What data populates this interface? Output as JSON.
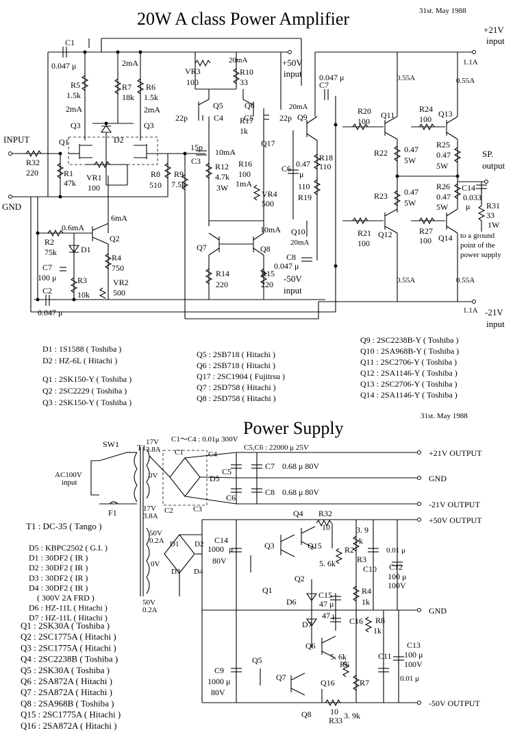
{
  "amp": {
    "title": "20W A class Power Amplifier",
    "date": "31st. May 1988",
    "rails": {
      "pos21": "+21V",
      "pos21_sub": "input",
      "pos50": "+50V",
      "pos50_sub": "input",
      "neg50": "-50V",
      "neg50_sub": "input",
      "neg21": "-21V",
      "neg21_sub": "input"
    },
    "io": {
      "input": "INPUT",
      "gnd": "GND",
      "sp": "SP.",
      "sp_sub": "output",
      "r31_note1": "to a ground",
      "r31_note2": "point of the",
      "r31_note3": "power supply"
    },
    "currents": {
      "a11_top": "1.1A",
      "a11_bot": "1.1A",
      "a055_1": "0.55A",
      "a055_2": "0.55A",
      "a055_3": "0.55A",
      "a055_4": "0.55A",
      "ma2_1": "2mA",
      "ma2_2": "2mA",
      "ma2_3": "2mA",
      "ma20_1": "20mA",
      "ma20_2": "20mA",
      "ma20_3": "20mA",
      "ma10_1": "10mA",
      "ma10_2": "10mA",
      "ma1": "1mA",
      "ma6": "6mA",
      "ma06": "0.6mA"
    },
    "labels": {
      "C1": "C1",
      "C1v": "0.047 μ",
      "R5": "R5",
      "R5v": "1.5k",
      "R7": "R7",
      "R7v": "18k",
      "R6": "R6",
      "R6v": "1.5k",
      "VR3": "VR3",
      "VR3v": "100",
      "R10": "R10",
      "R10v": "33",
      "C7": "C7",
      "C7v": "0.047 μ",
      "Q5": "Q5",
      "Q6": "Q6",
      "C4": "C4",
      "C4v": "22p",
      "C5": "C5",
      "C5v": "22p",
      "Q3a": "Q3",
      "Q3b": "Q3",
      "Q1": "Q1",
      "D2": "D2",
      "R32": "R32",
      "R32v": "220",
      "R1": "R1",
      "R1v": "47k",
      "VR1": "VR1",
      "VR1v": "100",
      "R8": "R8",
      "R8v": "510",
      "R9": "R9",
      "R9v": "7.5k",
      "C3": "C3",
      "C3v": "15p",
      "R12": "R12",
      "R12v": "4.7k",
      "R12w": "3W",
      "R17": "R17",
      "R17v": "1k",
      "Q17": "Q17",
      "R16": "R16",
      "R16v": "100",
      "VR4": "VR4",
      "VR4v": "500",
      "C6": "C6",
      "C6v": "0.47",
      "C6u": "μ",
      "R18": "R18",
      "R18v": "110",
      "R19": "R19",
      "R19v": "110",
      "Q9": "Q9",
      "Q10": "Q10",
      "C8": "C8",
      "C8v": "0.047 μ",
      "R20": "R20",
      "R20v": "100",
      "R21": "R21",
      "R21v": "100",
      "Q11": "Q11",
      "Q12": "Q12",
      "R22": "R22",
      "R22v": "0.47",
      "R22w": "5W",
      "R23": "R23",
      "R23v": "0.47",
      "R23w": "5W",
      "R24": "R24",
      "R24v": "100",
      "R27": "R27",
      "R27v": "100",
      "Q13": "Q13",
      "Q14": "Q14",
      "R25": "R25",
      "R25v": "0.47",
      "R25w": "5W",
      "R26": "R26",
      "R26v": "0.47",
      "R26w": "5W",
      "C14": "C14",
      "C14v": "0.033",
      "C14u": "μ",
      "R31": "R31",
      "R31v": "33",
      "R31w": "1W",
      "R2": "R2",
      "R2v": "75k",
      "Q2": "Q2",
      "D1": "D1",
      "R4": "R4",
      "R4v": "750",
      "C7b": "C7",
      "C7bv": "100 μ",
      "R3": "R3",
      "R3v": "10k",
      "VR2": "VR2",
      "VR2v": "500",
      "C2": "C2",
      "C2v": "0.047 μ",
      "Q7": "Q7",
      "Q8": "Q8",
      "R14": "R14",
      "R14v": "220",
      "R15": "R15",
      "R15v": "220"
    },
    "parts_left": [
      "D1 : 1S1588 ( Toshiba )",
      "D2 : HZ-6L ( Hitachi )",
      "Q1 : 2SK150-Y ( Toshiba )",
      "Q2 : 2SC2229 ( Toshiba )",
      "Q3 : 2SK150-Y ( Toshiba )"
    ],
    "parts_mid": [
      "Q5 : 2SB718 ( Hitachi )",
      "Q6 : 2SB718 ( Hitachi )",
      "Q17 : 2SC1904 ( Fujitrsu )",
      "Q7 : 2SD758 ( Hitachi )",
      "Q8 : 2SD758 ( Hitachi )"
    ],
    "parts_right": [
      "Q9 : 2SC2238B-Y ( Toshiba )",
      "Q10 : 2SA968B-Y ( Toshiba )",
      "Q11 : 2SC2706-Y ( Toshiba )",
      "Q12 : 2SA1146-Y ( Toshiba )",
      "Q13 : 2SC2706-Y ( Toshiba )",
      "Q14 : 2SA1146-Y ( Toshiba )"
    ]
  },
  "ps": {
    "title": "Power Supply",
    "date": "31st. May 1988",
    "outputs": {
      "p21": "+21V OUTPUT",
      "gnd1": "GND",
      "n21": "-21V OUTPUT",
      "p50": "+50V OUTPUT",
      "gnd2": "GND",
      "n50": "-50V OUTPUT"
    },
    "labels": {
      "SW1": "SW1",
      "T1": "T1",
      "ac": "AC100V",
      "ac_sub": "input",
      "F1": "F1",
      "w17a": "17V",
      "w17a_a": "3.8A",
      "w17b": "17V",
      "w17b_a": "3.8A",
      "w0a": "0V",
      "w50a": "50V",
      "w50a_a": "0.2A",
      "w0b": "0V",
      "w50b": "50V",
      "w50b_a": "0.2A",
      "caps_note": "C1～C4 : 0.01μ 300V",
      "C1": "C1",
      "C2": "C2",
      "C3": "C3",
      "C4": "C4",
      "D5": "D5",
      "c56_note": "C5,C6 : 22000 μ 25V",
      "C5": "C5",
      "C6": "C6",
      "C7": "C7",
      "C7v": "0.68 μ 80V",
      "C8": "C8",
      "C8v": "0.68 μ 80V",
      "D1": "D1",
      "D2": "D2",
      "D3": "D3",
      "D4": "D4",
      "C14": "C14",
      "C14v": "1000",
      "C14u": "μ",
      "C14w": "80V",
      "Q1": "Q1",
      "Q2": "Q2",
      "Q3": "Q3",
      "Q4": "Q4",
      "R32": "R32",
      "R32v": "10",
      "Q15": "Q15",
      "R2": "R2",
      "R2v": "5. 6k",
      "R3": "R3",
      "R3v": "3. 9",
      "R3u": "k",
      "C10": "C10",
      "C10v": "0.01 μ",
      "C12": "C12",
      "C12v": "100 μ",
      "C12w": "100V",
      "D6": "D6",
      "C15": "C15",
      "C15v": "47 μ",
      "R4": "R4",
      "R4v": "1k",
      "D7": "D7",
      "C16": "C16",
      "C16v": "47 μ",
      "R8": "R8",
      "R8v": "1k",
      "Q6": "Q6",
      "R6": "R6",
      "R6v": "5. 6k",
      "C11": "C11",
      "C11v": "0.01 μ",
      "C13": "C13",
      "C13v": "100 μ",
      "C13w": "100V",
      "C9": "C9",
      "C9v": "1000 μ",
      "C9w": "80V",
      "Q5": "Q5",
      "Q7": "Q7",
      "Q8": "Q8",
      "Q16": "Q16",
      "R33": "R33",
      "R33v": "10",
      "R7": "R7",
      "R7v": "3. 9k"
    },
    "transformer": "T1 : DC-35 ( Tango )",
    "parts_diodes": [
      "D5 : KBPC2502 ( G.I. )",
      "D1 : 30DF2 ( IR )",
      "D2 : 30DF2 ( IR )",
      "D3 : 30DF2 ( IR )",
      "D4 : 30DF2 ( IR )",
      "( 300V 2A FRD )",
      "D6 : HZ-11L ( Hitachi )",
      "D7 : HZ-11L ( Hitachi )"
    ],
    "parts_trans": [
      "Q1 : 2SK30A ( Toshiba )",
      "Q2 : 2SC1775A ( Hitachi )",
      "Q3 : 2SC1775A ( Hitachi )",
      "Q4 : 2SC2238B ( Toshiba )",
      "Q5 : 2SK30A ( Toshiba )",
      "Q6 : 2SA872A ( Hitachi )",
      "Q7 : 2SA872A ( Hitachi )",
      "Q8 : 2SA968B ( Toshiba )",
      "Q15 : 2SC1775A ( Hitachi )",
      "Q16 : 2SA872A ( Hitachi )"
    ]
  }
}
